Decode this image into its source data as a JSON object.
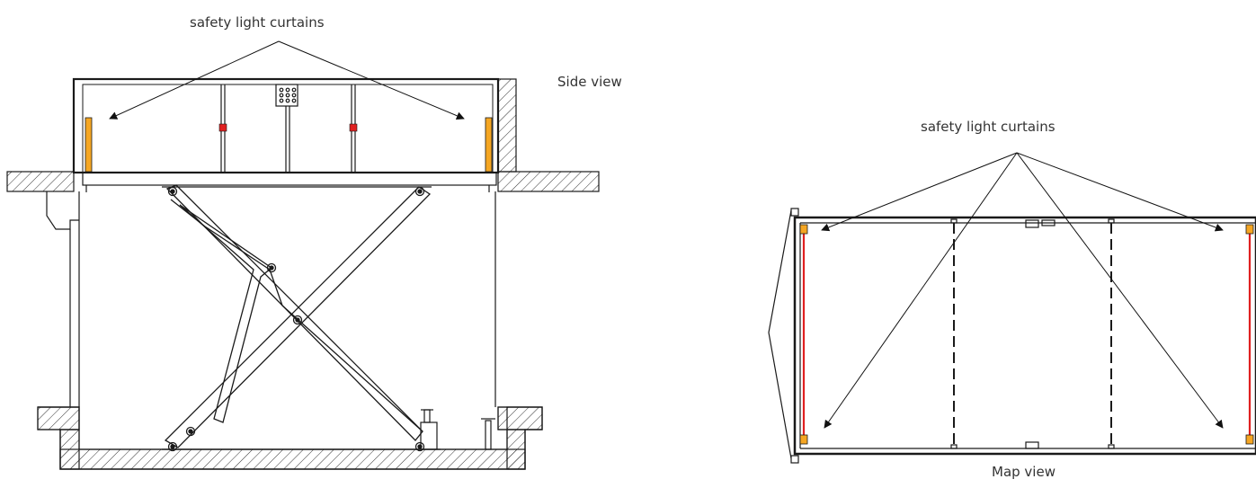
{
  "side_diagram": {
    "curtains_label": "safety light curtains",
    "view_label": "Side view"
  },
  "map_diagram": {
    "curtains_label": "safety light curtains",
    "view_label": "Map view"
  },
  "colors": {
    "line": "#1a1a1a",
    "curtain_orange": "#f5a623",
    "curtain_red": "#e02020",
    "hatch": "#333333"
  }
}
